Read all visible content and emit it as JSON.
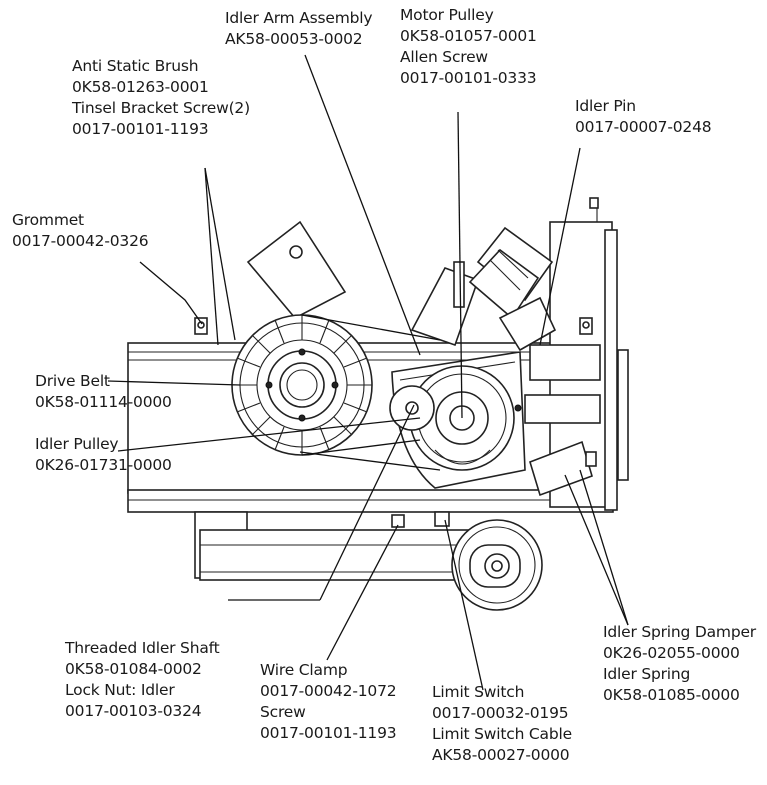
{
  "callouts": {
    "idler_arm_assembly": {
      "name": "Idler Arm Assembly",
      "part": "AK58-00053-0002"
    },
    "motor_pulley": {
      "name": "Motor Pulley",
      "part": "0K58-01057-0001"
    },
    "allen_screw": {
      "name": "Allen Screw",
      "part": "0017-00101-0333"
    },
    "anti_static_brush": {
      "name": "Anti Static Brush",
      "part": "0K58-01263-0001"
    },
    "tinsel_bracket_screw": {
      "name": "Tinsel Bracket Screw(2)",
      "part": "0017-00101-1193"
    },
    "idler_pin": {
      "name": "Idler Pin",
      "part": "0017-00007-0248"
    },
    "grommet": {
      "name": "Grommet",
      "part": "0017-00042-0326"
    },
    "drive_belt": {
      "name": "Drive Belt",
      "part": "0K58-01114-0000"
    },
    "idler_pulley": {
      "name": "Idler Pulley",
      "part": "0K26-01731-0000"
    },
    "threaded_idler_shaft": {
      "name": "Threaded Idler Shaft",
      "part": "0K58-01084-0002"
    },
    "lock_nut_idler": {
      "name": "Lock Nut: Idler",
      "part": "0017-00103-0324"
    },
    "wire_clamp": {
      "name": "Wire Clamp",
      "part": "0017-00042-1072"
    },
    "screw": {
      "name": "Screw",
      "part": "0017-00101-1193"
    },
    "limit_switch": {
      "name": "Limit Switch",
      "part": "0017-00032-0195"
    },
    "limit_switch_cable": {
      "name": "Limit Switch Cable",
      "part": "AK58-00027-0000"
    },
    "idler_spring_damper": {
      "name": "Idler Spring Damper",
      "part": "0K26-02055-0000"
    },
    "idler_spring": {
      "name": "Idler Spring",
      "part": "0K58-01085-0000"
    }
  }
}
